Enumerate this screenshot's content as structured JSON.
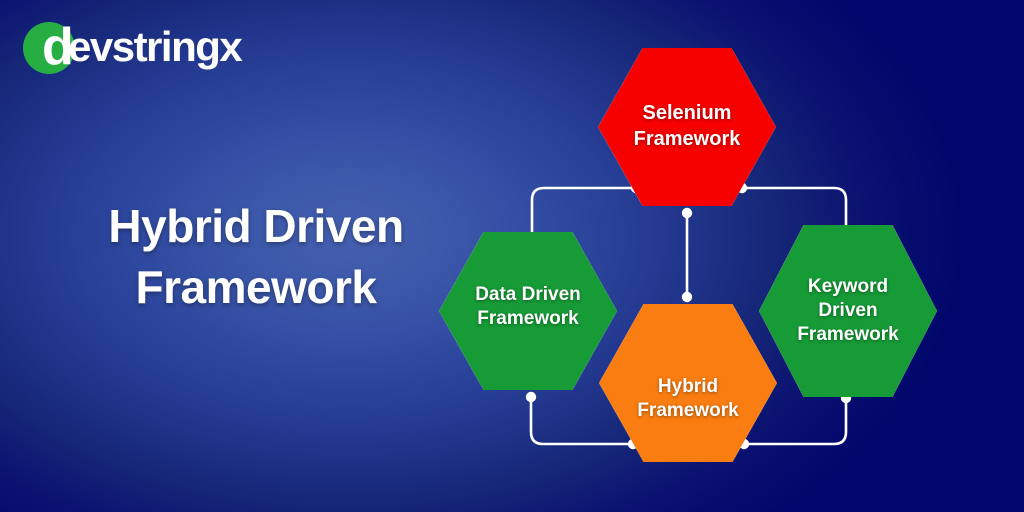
{
  "brand": {
    "logo_mark": "green-circle-d",
    "logo_letter": "d",
    "logo_word": "evstringx",
    "logo_full": "devstringx",
    "mark_color": "#27ae42"
  },
  "heading": {
    "line1": "Hybrid Driven",
    "line2": "Framework"
  },
  "background": {
    "center_color": "#3a56a8",
    "edge_color": "#00046b"
  },
  "diagram": {
    "nodes": [
      {
        "id": "selenium",
        "line1": "Selenium",
        "line2": "Framework",
        "line3": "",
        "color": "#f70000",
        "border_color": "#ffffff",
        "shape": "hexagon"
      },
      {
        "id": "data-driven",
        "line1": "Data Driven",
        "line2": "Framework",
        "line3": "",
        "color": "#169b36",
        "border_color": "#ffffff",
        "shape": "hexagon"
      },
      {
        "id": "keyword-driven",
        "line1": "Keyword",
        "line2": "Driven",
        "line3": "Framework",
        "color": "#169b36",
        "border_color": "#ffffff",
        "shape": "hexagon"
      },
      {
        "id": "hybrid",
        "line1": "Hybrid",
        "line2": "Framework",
        "line3": "",
        "color": "#f97d10",
        "border_color": "#ffffff",
        "shape": "hexagon"
      }
    ],
    "connectors": [
      {
        "id": "data-to-selenium",
        "from": "data-driven",
        "to": "selenium"
      },
      {
        "id": "selenium-to-keyword",
        "from": "selenium",
        "to": "keyword-driven"
      },
      {
        "id": "selenium-to-hybrid",
        "from": "selenium",
        "to": "hybrid"
      },
      {
        "id": "data-to-hybrid",
        "from": "data-driven",
        "to": "hybrid"
      },
      {
        "id": "hybrid-to-keyword",
        "from": "hybrid",
        "to": "keyword-driven"
      }
    ],
    "connector_color": "#ffffff"
  }
}
